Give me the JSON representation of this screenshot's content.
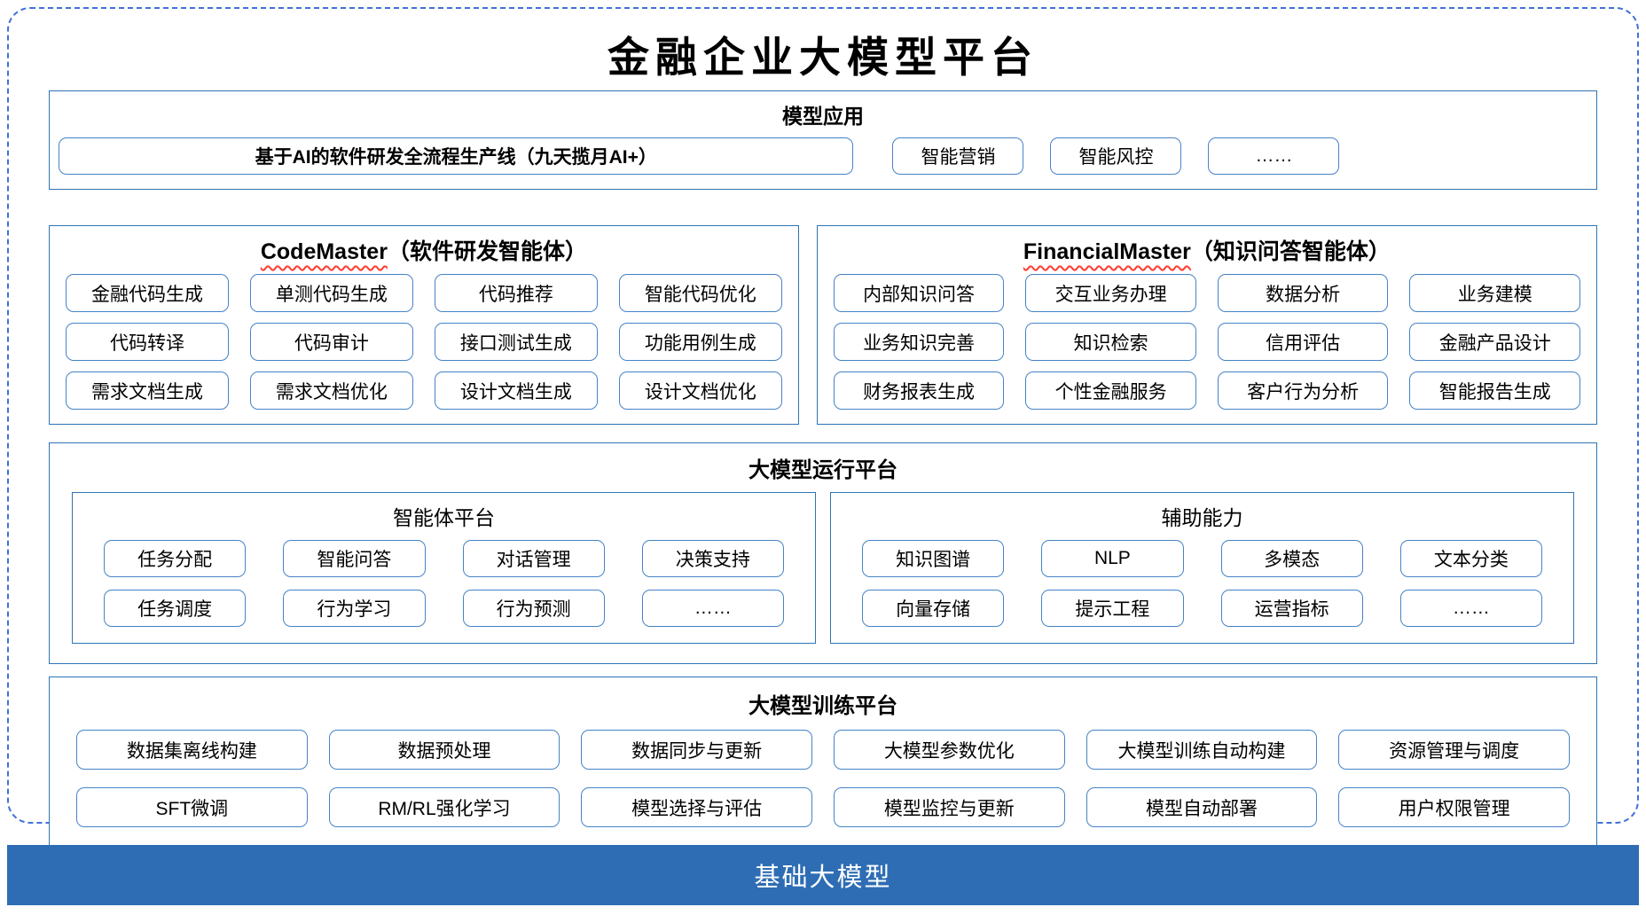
{
  "colors": {
    "section_border": "#2E74B5",
    "box_border": "#4583C8",
    "outer_dashed_border": "#4170D8",
    "base_bar_bg": "#2E6DB4",
    "spellcheck_squiggle": "#FF3B30"
  },
  "main_title": "金融企业大模型平台",
  "model_app": {
    "title": "模型应用",
    "main_pipeline": "基于AI的软件研发全流程生产线（九天揽月AI+）",
    "items": [
      "智能营销",
      "智能风控",
      "……"
    ]
  },
  "code_master": {
    "name": "CodeMaster",
    "subtitle": "（软件研发智能体）",
    "items": [
      "金融代码生成",
      "单测代码生成",
      "代码推荐",
      "智能代码优化",
      "代码转译",
      "代码审计",
      "接口测试生成",
      "功能用例生成",
      "需求文档生成",
      "需求文档优化",
      "设计文档生成",
      "设计文档优化"
    ]
  },
  "financial_master": {
    "name": "FinancialMaster",
    "subtitle": "（知识问答智能体）",
    "items": [
      "内部知识问答",
      "交互业务办理",
      "数据分析",
      "业务建模",
      "业务知识完善",
      "知识检索",
      "信用评估",
      "金融产品设计",
      "财务报表生成",
      "个性金融服务",
      "客户行为分析",
      "智能报告生成"
    ]
  },
  "runtime": {
    "title": "大模型运行平台",
    "agent_platform": {
      "title": "智能体平台",
      "items": [
        "任务分配",
        "智能问答",
        "对话管理",
        "决策支持",
        "任务调度",
        "行为学习",
        "行为预测",
        "……"
      ]
    },
    "aux_ability": {
      "title": "辅助能力",
      "items": [
        "知识图谱",
        "NLP",
        "多模态",
        "文本分类",
        "向量存储",
        "提示工程",
        "运营指标",
        "……"
      ]
    }
  },
  "training": {
    "title": "大模型训练平台",
    "items": [
      "数据集离线构建",
      "数据预处理",
      "数据同步与更新",
      "大模型参数优化",
      "大模型训练自动构建",
      "资源管理与调度",
      "SFT微调",
      "RM/RL强化学习",
      "模型选择与评估",
      "模型监控与更新",
      "模型自动部署",
      "用户权限管理"
    ]
  },
  "base_bar": {
    "label": "基础大模型"
  }
}
